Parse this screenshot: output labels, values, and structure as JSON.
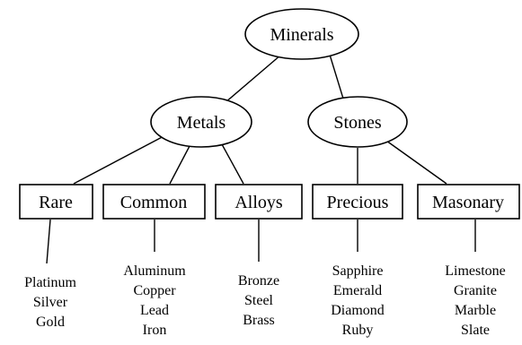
{
  "nodes": {
    "minerals": "Minerals",
    "metals": "Metals",
    "stones": "Stones",
    "rare": "Rare",
    "common": "Common",
    "alloys": "Alloys",
    "precious": "Precious",
    "masonary": "Masonary"
  },
  "leaves": {
    "rare": [
      "Platinum",
      "Silver",
      "Gold"
    ],
    "common": [
      "Aluminum",
      "Copper",
      "Lead",
      "Iron"
    ],
    "alloys": [
      "Bronze",
      "Steel",
      "Brass"
    ],
    "precious": [
      "Sapphire",
      "Emerald",
      "Diamond",
      "Ruby"
    ],
    "masonary": [
      "Limestone",
      "Granite",
      "Marble",
      "Slate"
    ]
  }
}
